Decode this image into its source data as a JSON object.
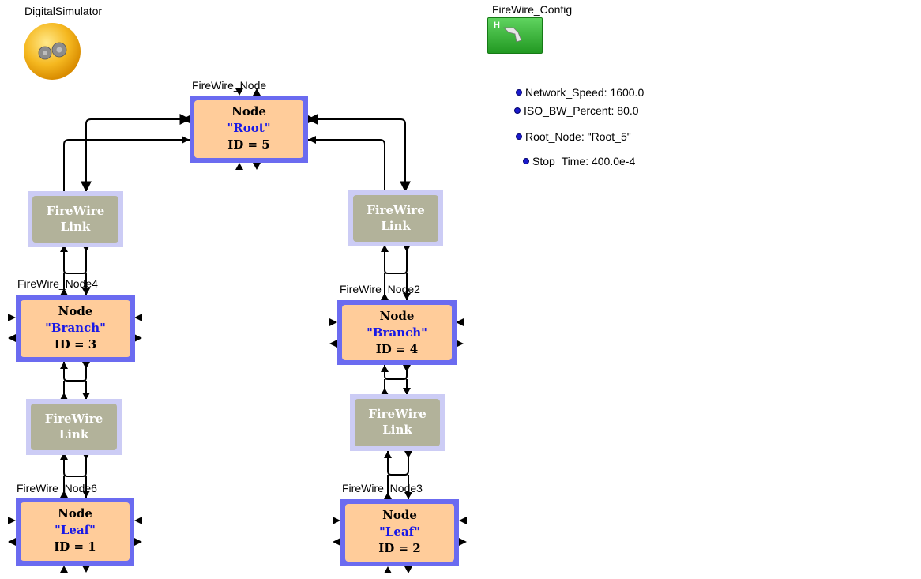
{
  "director": {
    "label": "DigitalSimulator",
    "icon": "gears-icon"
  },
  "config": {
    "label": "FireWire_Config",
    "icon": "firewire-config-icon",
    "icon_letter": "H"
  },
  "parameters": [
    {
      "name": "Network_Speed",
      "value": "1600.0"
    },
    {
      "name": "ISO_BW_Percent",
      "value": "80.0"
    },
    {
      "name": "Root_Node",
      "value": "\"Root_5\""
    },
    {
      "name": "Stop_Time",
      "value": "400.0e-4"
    }
  ],
  "nodes": [
    {
      "label": "FireWire_Node",
      "title": "Node",
      "role": "\"Root\"",
      "id": "ID =  5"
    },
    {
      "label": "FireWire_Node4",
      "title": "Node",
      "role": "\"Branch\"",
      "id": "ID =  3"
    },
    {
      "label": "FireWire_Node2",
      "title": "Node",
      "role": "\"Branch\"",
      "id": "ID =  4"
    },
    {
      "label": "FireWire_Node6",
      "title": "Node",
      "role": "\"Leaf\"",
      "id": "ID =  1"
    },
    {
      "label": "FireWire_Node3",
      "title": "Node",
      "role": "\"Leaf\"",
      "id": "ID =  2"
    }
  ],
  "links": [
    {
      "line1": "FireWire",
      "line2": "Link"
    },
    {
      "line1": "FireWire",
      "line2": "Link"
    },
    {
      "line1": "FireWire",
      "line2": "Link"
    },
    {
      "line1": "FireWire",
      "line2": "Link"
    }
  ],
  "colors": {
    "node_border": "#6b6bf0",
    "node_fill": "#ffcc9a",
    "role_text": "#1818e6",
    "link_border": "#ccccf5",
    "link_fill": "#b2b29a",
    "config_green": "#2eaa2e",
    "director_gold": "#f5b820"
  }
}
